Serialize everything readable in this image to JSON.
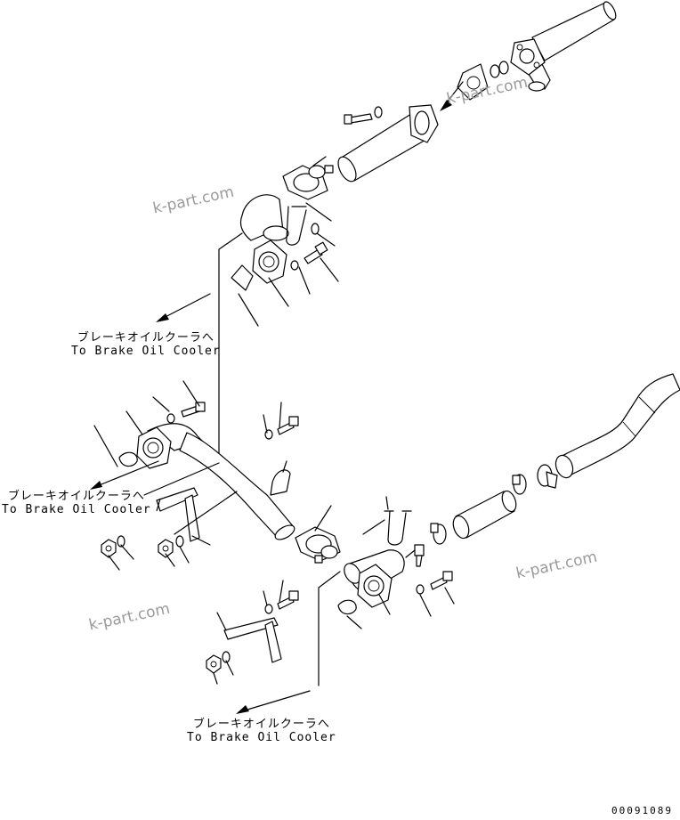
{
  "callouts": [
    {
      "jp": "ブレーキオイルクーラへ",
      "en": "To Brake Oil Cooler"
    },
    {
      "jp": "ブレーキオイルクーラへ",
      "en": "To Brake Oil Cooler"
    },
    {
      "jp": "ブレーキオイルクーラへ",
      "en": "To Brake Oil Cooler"
    }
  ],
  "watermarks": [
    "k-part.com",
    "k-part.com",
    "k-part.com",
    "k-part.com"
  ],
  "drawing_code": "00091089"
}
